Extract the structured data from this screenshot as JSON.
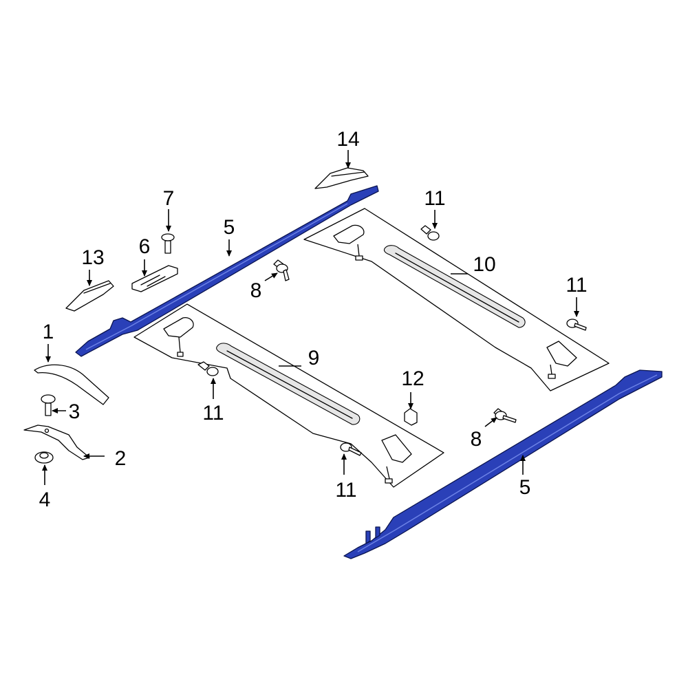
{
  "callouts": {
    "c1": "1",
    "c2": "2",
    "c3": "3",
    "c4": "4",
    "c5a": "5",
    "c5b": "5",
    "c6": "6",
    "c7": "7",
    "c8a": "8",
    "c8b": "8",
    "c9": "9",
    "c10": "10",
    "c11a": "11",
    "c11b": "11",
    "c11c": "11",
    "c11d": "11",
    "c12": "12",
    "c13": "13",
    "c14": "14"
  },
  "colors": {
    "highlight_part": "#2a40b8",
    "line": "#000000",
    "background": "#ffffff"
  }
}
